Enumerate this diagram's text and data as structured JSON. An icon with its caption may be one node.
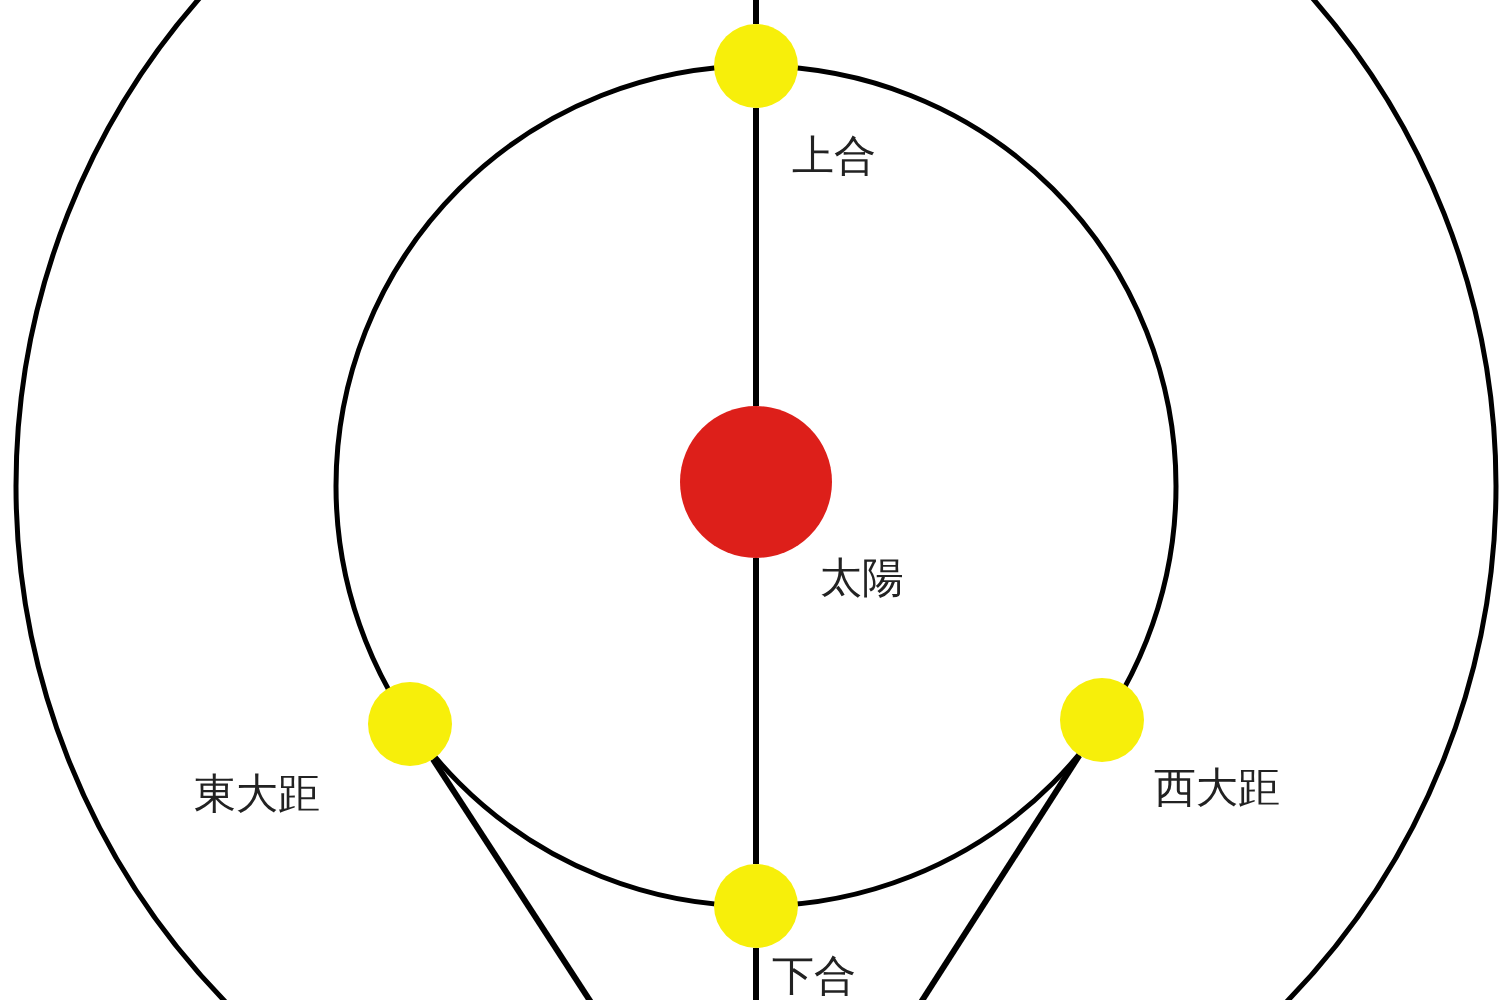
{
  "diagram": {
    "nodes": [
      {
        "text": [],
        "shape": "circle",
        "beside": [
          "上合"
        ]
      },
      {
        "text": [],
        "shape": "circle",
        "beside": [
          "太陽"
        ]
      },
      {
        "text": [],
        "shape": "circle",
        "beside": [
          "東大距"
        ]
      },
      {
        "text": [],
        "shape": "circle",
        "beside": [
          "西大距"
        ]
      },
      {
        "text": [],
        "shape": "circle",
        "beside": [
          "下合"
        ]
      }
    ],
    "edges": [
      {
        "from": null,
        "to": 0,
        "arrow": "none"
      },
      {
        "from": 0,
        "to": 1,
        "arrow": "none"
      },
      {
        "from": 1,
        "to": 4,
        "arrow": "none"
      },
      {
        "from": 4,
        "to": null,
        "arrow": "none"
      },
      {
        "from": 2,
        "to": null,
        "arrow": "none"
      },
      {
        "from": 3,
        "to": null,
        "arrow": "none"
      }
    ]
  }
}
